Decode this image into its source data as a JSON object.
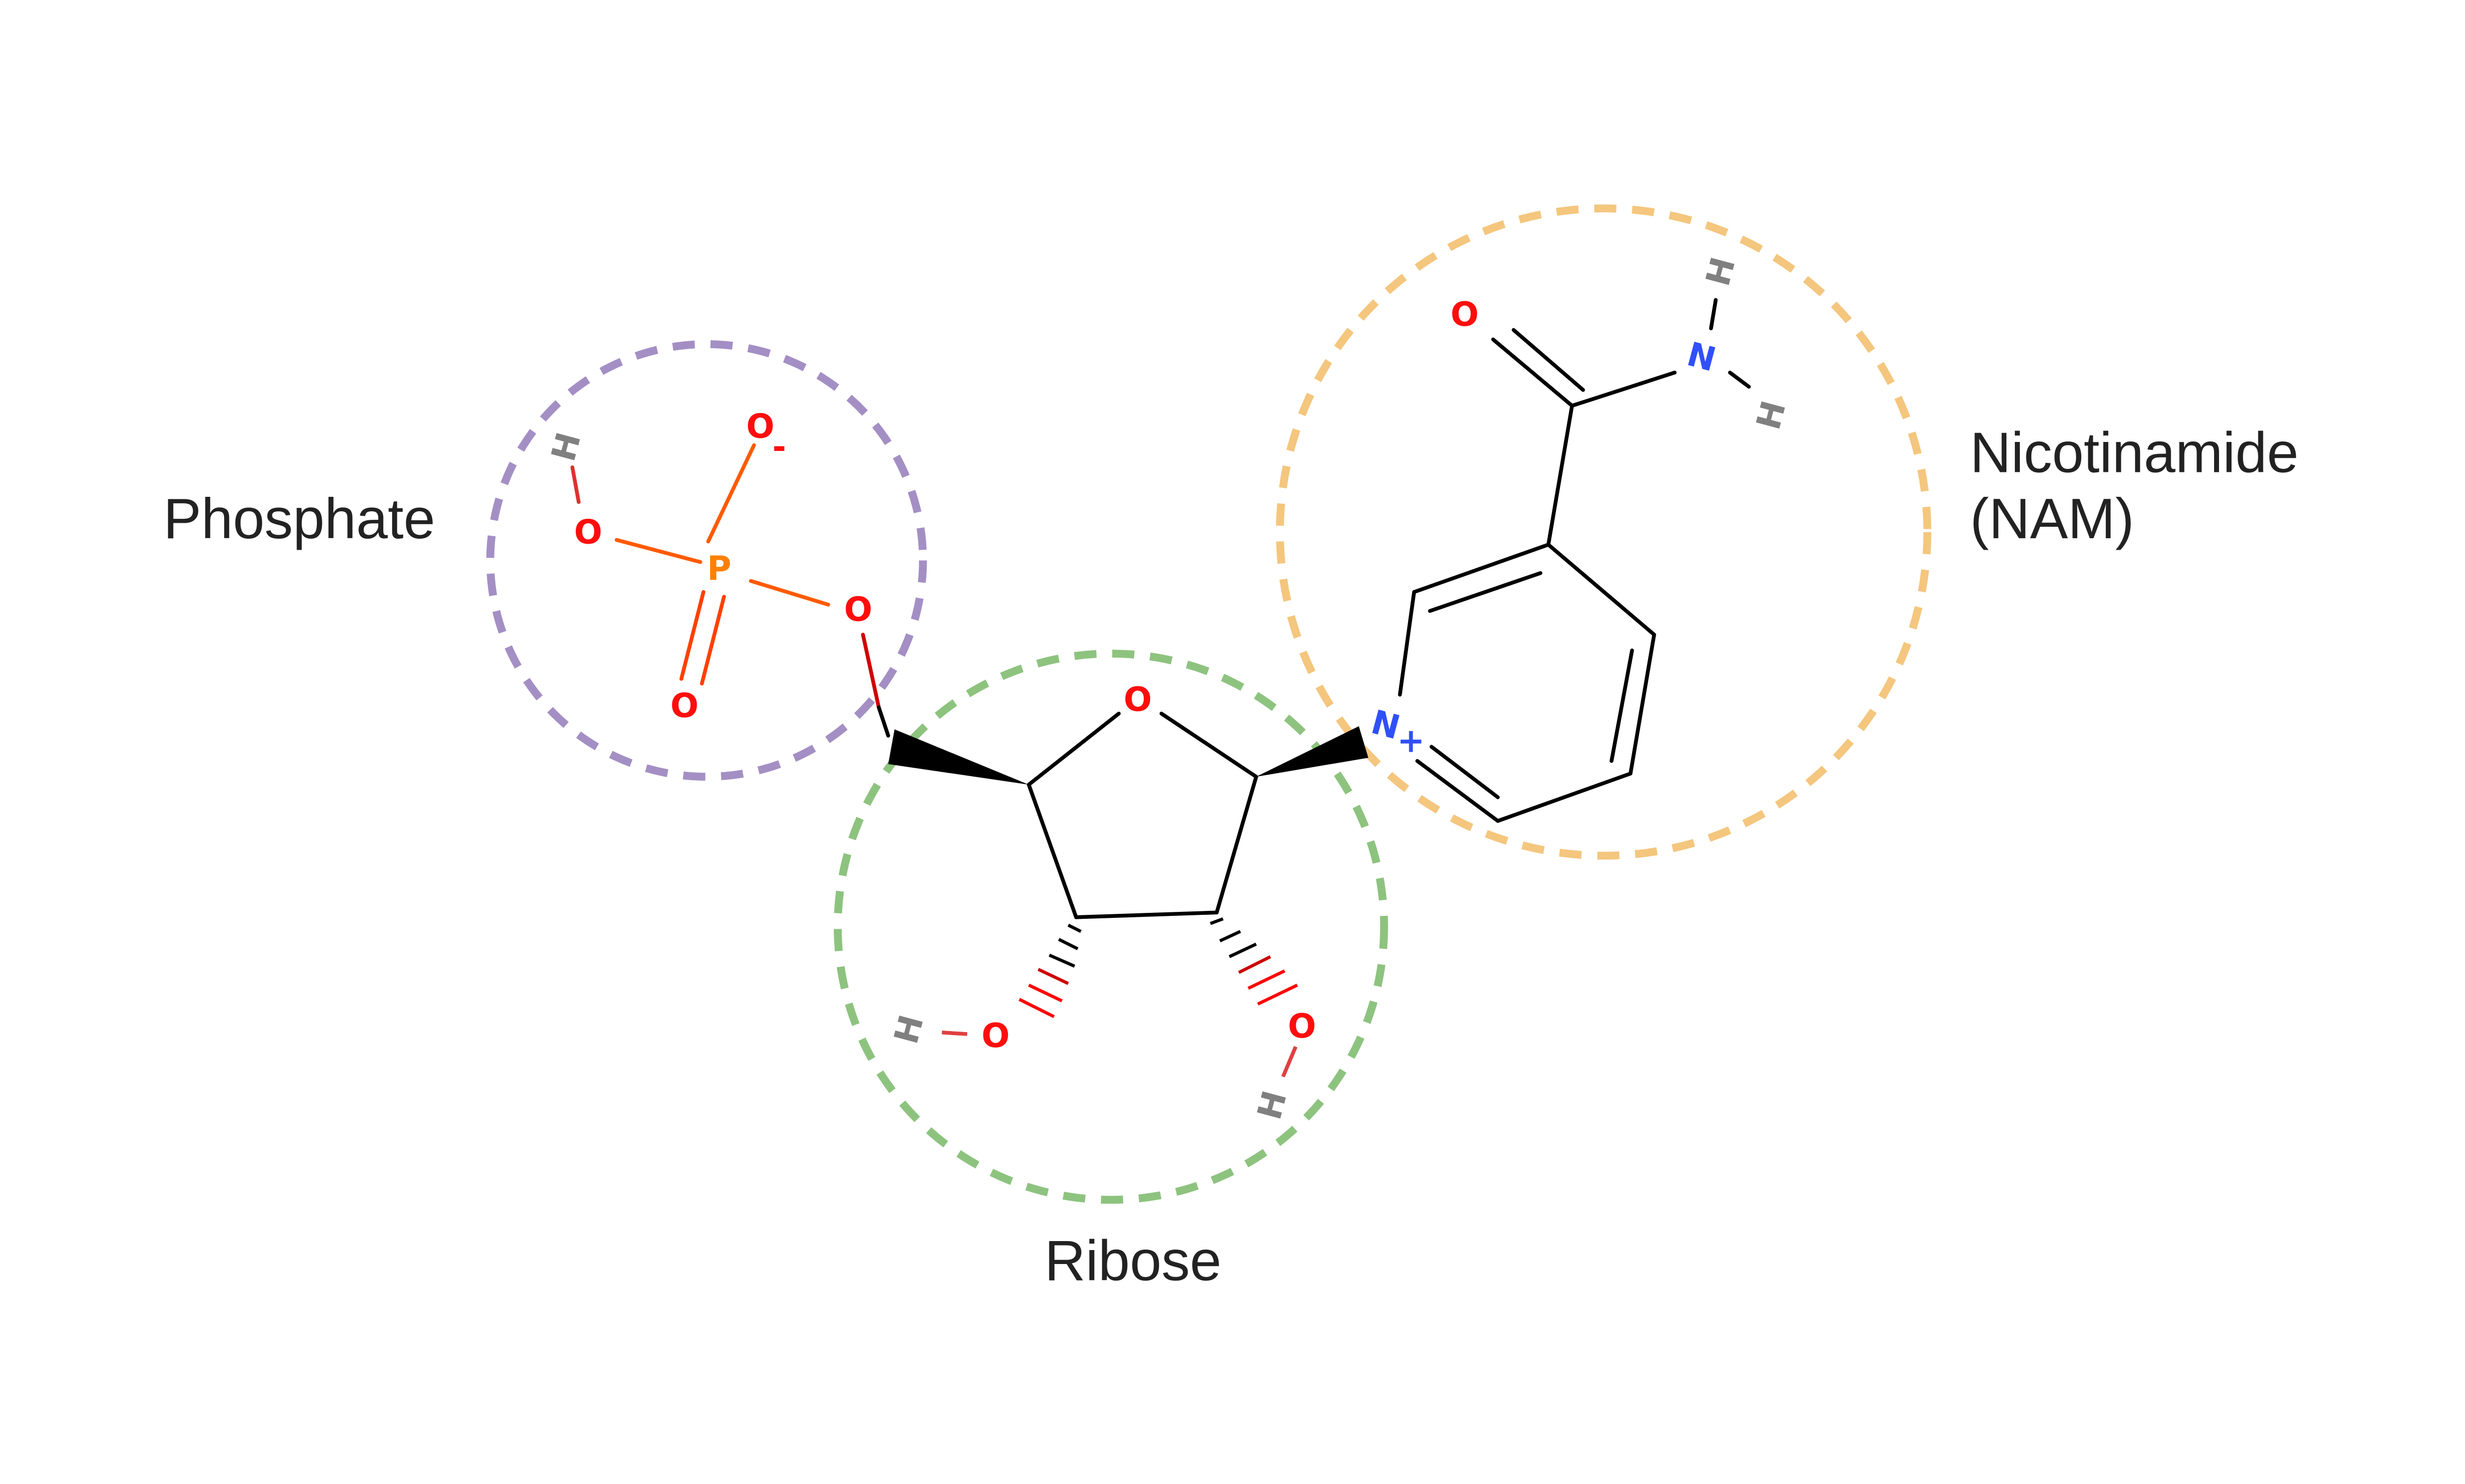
{
  "groups": {
    "phosphate": {
      "label": "Phosphate",
      "color": "#a48fc4"
    },
    "ribose": {
      "label": "Ribose",
      "color": "#8dc37f"
    },
    "nicotinamide": {
      "label_line1": "Nicotinamide",
      "label_line2": "(NAM)",
      "color": "#f4c67e"
    }
  },
  "atoms": {
    "oxygen": "O",
    "hydrogen": "H",
    "phosphorus": "P",
    "nitrogen": "N",
    "negative_charge": "-",
    "positive_charge": "+"
  },
  "atom_colors": {
    "O": "#ff0d0d",
    "H": "#808080",
    "P": "#ff8000",
    "N": "#3050f8"
  }
}
